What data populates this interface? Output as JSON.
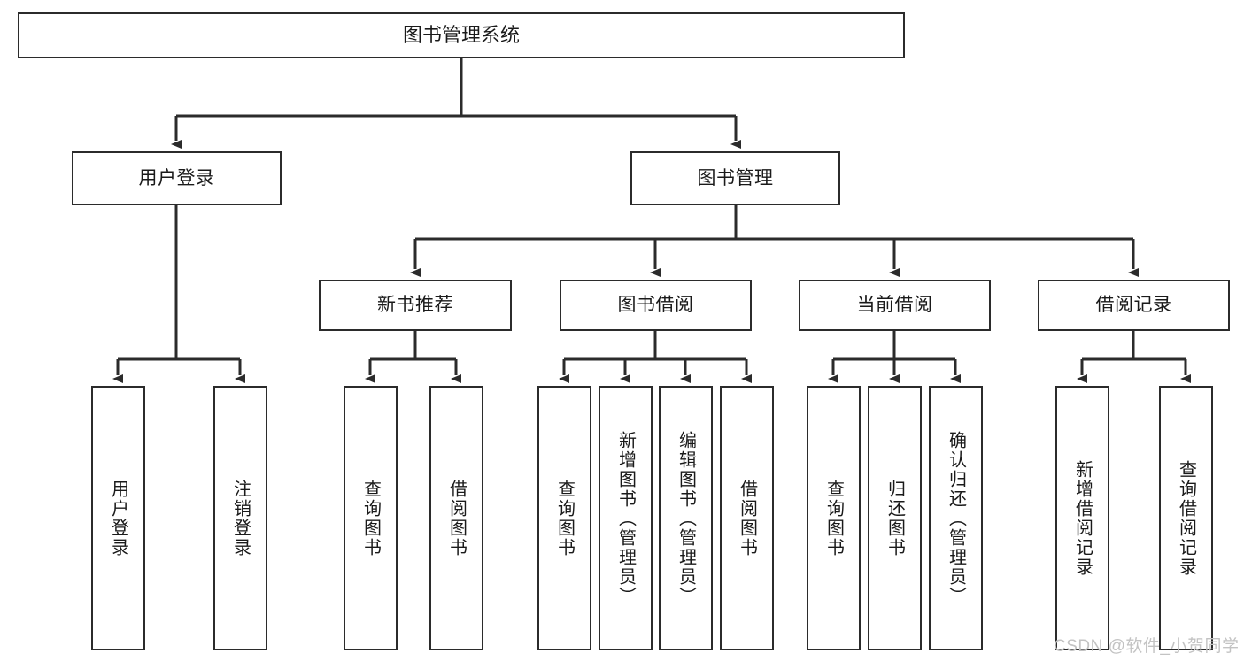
{
  "diagram": {
    "type": "tree-hierarchy-chart",
    "title_node": {
      "label": "图书管理系统"
    },
    "level2": [
      {
        "id": "user-login",
        "label": "用户登录"
      },
      {
        "id": "book-management",
        "label": "图书管理"
      }
    ],
    "level3": [
      {
        "id": "new-book-recommend",
        "label": "新书推荐",
        "parent": "book-management"
      },
      {
        "id": "book-borrow",
        "label": "图书借阅",
        "parent": "book-management"
      },
      {
        "id": "current-borrow",
        "label": "当前借阅",
        "parent": "book-management"
      },
      {
        "id": "borrow-record",
        "label": "借阅记录",
        "parent": "book-management"
      }
    ],
    "leaves": {
      "user-login": [
        {
          "id": "leaf-user-login",
          "label": "用户登录"
        },
        {
          "id": "leaf-user-logout",
          "label": "注销登录"
        }
      ],
      "new-book-recommend": [
        {
          "id": "leaf-query-book-1",
          "label": "查询图书"
        },
        {
          "id": "leaf-borrow-book-1",
          "label": "借阅图书"
        }
      ],
      "book-borrow": [
        {
          "id": "leaf-query-book-2",
          "label": "查询图书"
        },
        {
          "id": "leaf-add-book",
          "label": "新增图书（管理员）"
        },
        {
          "id": "leaf-edit-book",
          "label": "编辑图书（管理员）"
        },
        {
          "id": "leaf-borrow-book-2",
          "label": "借阅图书"
        }
      ],
      "current-borrow": [
        {
          "id": "leaf-query-book-3",
          "label": "查询图书"
        },
        {
          "id": "leaf-return-book",
          "label": "归还图书"
        },
        {
          "id": "leaf-confirm-return",
          "label": "确认归还（管理员）"
        }
      ],
      "borrow-record": [
        {
          "id": "leaf-add-record",
          "label": "新增借阅记录"
        },
        {
          "id": "leaf-query-record",
          "label": "查询借阅记录"
        }
      ]
    }
  },
  "watermark": {
    "text": "CSDN @软件_小贺同学"
  },
  "colors": {
    "stroke": "#2b2b2b",
    "background": "#ffffff",
    "text": "#1a1a1a",
    "watermark": "#c3c3c3"
  }
}
